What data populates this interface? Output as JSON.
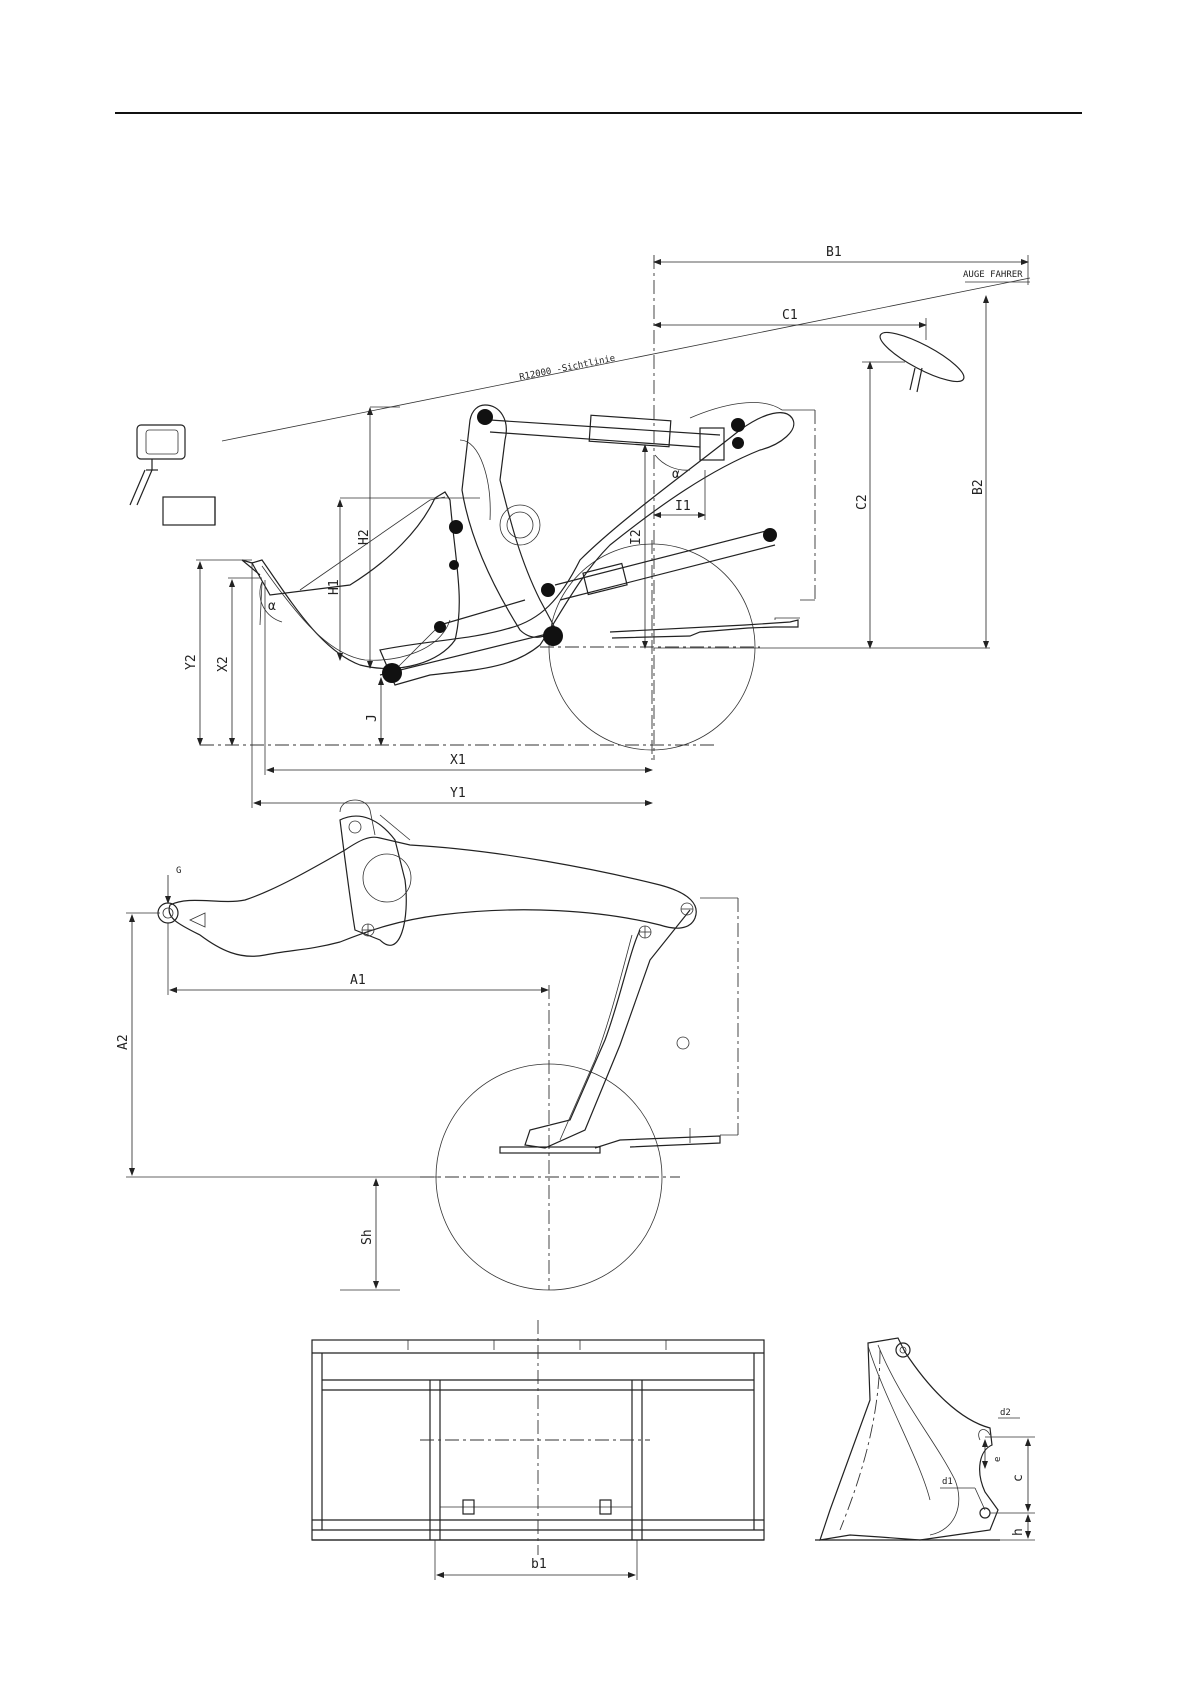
{
  "labels": {
    "sight_line": "R12000 -Sichtlinie",
    "driver_eye": "AUGE FAHRER",
    "B1": "B1",
    "C1": "C1",
    "C2": "C2",
    "B2": "B2",
    "H1": "H1",
    "H2": "H2",
    "I1": "I1",
    "I2": "I2",
    "X1": "X1",
    "X2": "X2",
    "Y1": "Y1",
    "Y2": "Y2",
    "J": "J",
    "alpha": "α",
    "A1": "A1",
    "A2": "A2",
    "Sh": "Sh",
    "G": "G",
    "b1": "b1",
    "d1": "d1",
    "d2": "d2",
    "e": "e",
    "c": "c",
    "h": "h"
  }
}
